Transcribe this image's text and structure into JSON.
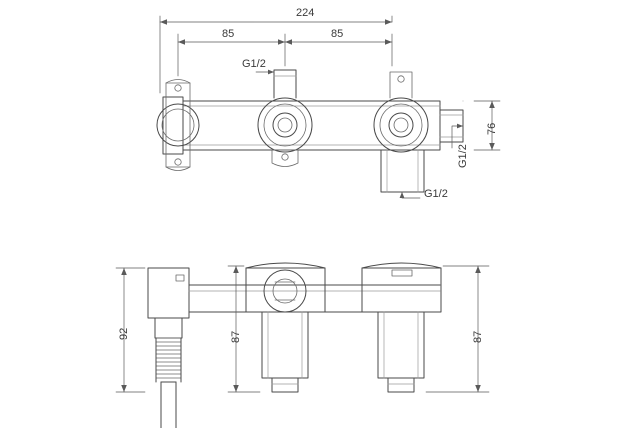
{
  "drawing": {
    "title": "Wall-mounted three-hole mixer valve body technical drawing",
    "line_color": "#4a4a4a",
    "dim_line_color": "#5a5a5a",
    "background": "#ffffff",
    "views": [
      {
        "name": "top-view",
        "label": ""
      },
      {
        "name": "front-view",
        "label": ""
      }
    ]
  },
  "dimensions": {
    "top_view": [
      {
        "name": "overall-width",
        "value": "224"
      },
      {
        "name": "left-span",
        "value": "85"
      },
      {
        "name": "right-span",
        "value": "85"
      },
      {
        "name": "depth",
        "value": "76"
      }
    ],
    "front_view": [
      {
        "name": "left-outlet-height",
        "value": "92"
      },
      {
        "name": "center-body-height",
        "value": "87"
      },
      {
        "name": "right-body-height",
        "value": "87"
      }
    ]
  },
  "thread_callouts": [
    {
      "name": "inlet-top-thread",
      "value": "G1/2"
    },
    {
      "name": "right-side-thread",
      "value": "G1/2"
    },
    {
      "name": "outlet-bottom-thread",
      "value": "G1/2"
    }
  ]
}
